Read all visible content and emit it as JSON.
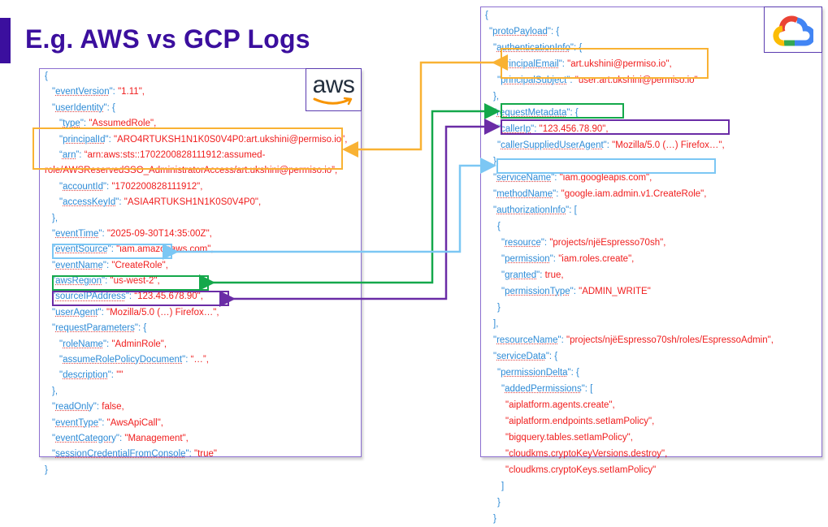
{
  "slide": {
    "title": "E.g. AWS vs GCP Logs",
    "accent_color": "#3b0f9e"
  },
  "aws": {
    "logo_label": "aws",
    "logo_icon": "aws-smile-logo",
    "lines": [
      {
        "indent": 0,
        "text": "{"
      },
      {
        "indent": 1,
        "key": "eventVersion",
        "value": "\"1.11\"",
        "suffix": ","
      },
      {
        "indent": 1,
        "key": "userIdentity",
        "open": "{"
      },
      {
        "indent": 2,
        "key": "type",
        "value": "\"AssumedRole\"",
        "suffix": ","
      },
      {
        "indent": 2,
        "key": "principalId",
        "value": "\"ARO4RTUKSH1N1K0S0V4P0:art.ukshini@permiso.io\"",
        "suffix": ","
      },
      {
        "indent": 2,
        "key": "arn",
        "value": "“arn:aws:sts::1702200828111912:assumed-",
        "quote": "smart"
      },
      {
        "indent": 0,
        "continuation": "role/AWSReservedSSO_AdministratorAccess/art.ukshini@permiso.io”,"
      },
      {
        "indent": 2,
        "key": "accountId",
        "value": "\"1702200828111912\"",
        "suffix": ","
      },
      {
        "indent": 2,
        "key": "accessKeyId",
        "value": "\"ASIA4RTUKSH1N1K0S0V4P0\"",
        "suffix": ","
      },
      {
        "indent": 1,
        "text": "},"
      },
      {
        "indent": 1,
        "key": "eventTime",
        "value": "\"2025-09-30T14:35:00Z\"",
        "suffix": ","
      },
      {
        "indent": 1,
        "key": "eventSource",
        "value": "\"iam.amazonaws.com\"",
        "suffix": ","
      },
      {
        "indent": 1,
        "key": "eventName",
        "value": "\"CreateRole\"",
        "suffix": ","
      },
      {
        "indent": 1,
        "key": "awsRegion",
        "value": "\"us-west-2\"",
        "suffix": ","
      },
      {
        "indent": 1,
        "key": "sourceIPAddress",
        "value": "“123.45.678.90\"",
        "suffix": ","
      },
      {
        "indent": 1,
        "key": "userAgent",
        "value": "\"Mozilla/5.0 (…) Firefox…\"",
        "suffix": ","
      },
      {
        "indent": 1,
        "key": "requestParameters",
        "open": "{"
      },
      {
        "indent": 2,
        "key": "roleName",
        "value": "\"AdminRole\"",
        "suffix": ","
      },
      {
        "indent": 2,
        "key": "assumeRolePolicyDocument",
        "value": "“…”",
        "suffix": ","
      },
      {
        "indent": 2,
        "key": "description",
        "value": "\"\""
      },
      {
        "indent": 1,
        "text": "},"
      },
      {
        "indent": 1,
        "key": "readOnly",
        "value": "false",
        "suffix": ","
      },
      {
        "indent": 1,
        "key": "eventType",
        "value": "\"AwsApiCall\"",
        "suffix": ","
      },
      {
        "indent": 1,
        "key": "eventCategory",
        "value": "\"Management\"",
        "suffix": ","
      },
      {
        "indent": 1,
        "key": "sessionCredentialFromConsole",
        "value": "\"true\""
      },
      {
        "indent": 0,
        "text": "}"
      }
    ]
  },
  "gcp": {
    "logo_icon": "google-cloud-logo",
    "lines": [
      {
        "indent": 0,
        "text": "{"
      },
      {
        "indent": 1,
        "key": "protoPayload",
        "open": "{"
      },
      {
        "indent": 2,
        "key": "authenticationInfo",
        "open": "{"
      },
      {
        "indent": 3,
        "key": "principalEmail",
        "value": "\"art.ukshini@permiso.io\"",
        "suffix": ","
      },
      {
        "indent": 3,
        "key": "principalSubject",
        "value": "\"user:art.ukshini@permiso.io\""
      },
      {
        "indent": 2,
        "text": "},"
      },
      {
        "indent": 2,
        "key": "requestMetadata",
        "open": "{"
      },
      {
        "indent": 3,
        "key": "callerIp",
        "value": "\"123.456.78.90\"",
        "suffix": ","
      },
      {
        "indent": 3,
        "key": "callerSuppliedUserAgent",
        "value": "\"Mozilla/5.0 (…) Firefox…\"",
        "suffix": ","
      },
      {
        "indent": 2,
        "text": "},"
      },
      {
        "indent": 2,
        "key": "serviceName",
        "value": "\"iam.googleapis.com\"",
        "suffix": ","
      },
      {
        "indent": 2,
        "key": "methodName",
        "value": "\"google.iam.admin.v1.CreateRole\"",
        "suffix": ","
      },
      {
        "indent": 2,
        "key": "authorizationInfo",
        "open": "["
      },
      {
        "indent": 3,
        "text": "{"
      },
      {
        "indent": 4,
        "key": "resource",
        "value": "\"projects/njëEspresso70sh\"",
        "suffix": ","
      },
      {
        "indent": 4,
        "key": "permission",
        "value": "\"iam.roles.create\"",
        "suffix": ","
      },
      {
        "indent": 4,
        "key": "granted",
        "value": "true",
        "suffix": ","
      },
      {
        "indent": 4,
        "key": "permissionType",
        "value": "\"ADMIN_WRITE\""
      },
      {
        "indent": 3,
        "text": "}"
      },
      {
        "indent": 2,
        "text": "],"
      },
      {
        "indent": 2,
        "key": "resourceName",
        "value": "\"projects/njëEspresso70sh/roles/EspressoAdmin\"",
        "suffix": ","
      },
      {
        "indent": 2,
        "key": "serviceData",
        "open": "{"
      },
      {
        "indent": 3,
        "key": "permissionDelta",
        "open": "{"
      },
      {
        "indent": 4,
        "key": "addedPermissions",
        "open": "["
      },
      {
        "indent": 5,
        "value": "\"aiplatform.agents.create\"",
        "suffix": ","
      },
      {
        "indent": 5,
        "value": "\"aiplatform.endpoints.setIamPolicy\"",
        "suffix": ","
      },
      {
        "indent": 5,
        "value": "\"bigquery.tables.setIamPolicy\"",
        "suffix": ","
      },
      {
        "indent": 5,
        "value": "\"cloudkms.cryptoKeyVersions.destroy\"",
        "suffix": ","
      },
      {
        "indent": 5,
        "value": "\"cloudkms.cryptoKeys.setIamPolicy\""
      },
      {
        "indent": 4,
        "text": "]"
      },
      {
        "indent": 3,
        "text": "}"
      },
      {
        "indent": 2,
        "text": "}"
      }
    ]
  },
  "mappings": [
    {
      "name": "identity",
      "color": "#f9b233",
      "aws_fields": [
        "principalId",
        "arn"
      ],
      "gcp_fields": [
        "principalEmail",
        "principalSubject"
      ]
    },
    {
      "name": "source-ip",
      "color": "#14a84b",
      "aws_fields": [
        "sourceIPAddress"
      ],
      "gcp_fields": [
        "callerIp"
      ]
    },
    {
      "name": "user-agent",
      "color": "#6a2ca6",
      "aws_fields": [
        "userAgent"
      ],
      "gcp_fields": [
        "callerSuppliedUserAgent"
      ]
    },
    {
      "name": "event-name",
      "color": "#7cc7f4",
      "aws_fields": [
        "eventName"
      ],
      "gcp_fields": [
        "methodName"
      ]
    }
  ]
}
